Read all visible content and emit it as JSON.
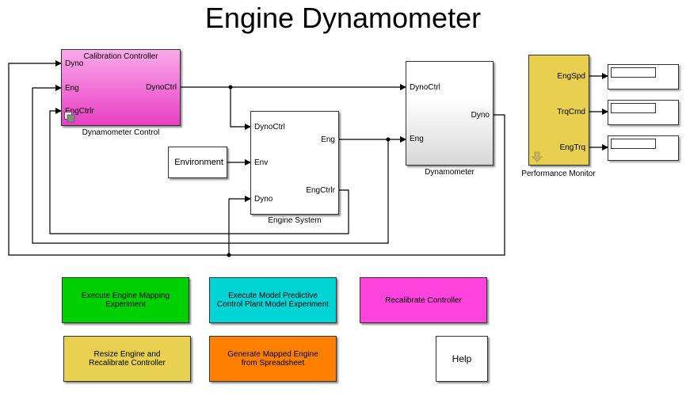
{
  "title": "Engine Dynamometer",
  "blocks": {
    "calibration_controller": {
      "header": "Calibration Controller",
      "label": "Dynamometer Control",
      "inputs": [
        "Dyno",
        "Eng",
        "EngCtrlr"
      ],
      "outputs": [
        "DynoCtrl"
      ],
      "color": "#f060d8"
    },
    "engine_system": {
      "label": "Engine System",
      "inputs": [
        "DynoCtrl",
        "Env",
        "Dyno"
      ],
      "outputs": [
        "Eng",
        "EngCtrlr"
      ]
    },
    "environment": {
      "label": "Environment"
    },
    "dynamometer": {
      "label": "Dynamometer",
      "inputs": [
        "DynoCtrl",
        "Eng"
      ],
      "outputs": [
        "Dyno"
      ]
    },
    "performance_monitor": {
      "label": "Performance Monitor",
      "outputs": [
        "EngSpd",
        "TrqCmd",
        "EngTrq"
      ],
      "color": "#e8cf50"
    }
  },
  "displays": [
    {
      "name": "EngSpd",
      "value": ""
    },
    {
      "name": "TrqCmd",
      "value": ""
    },
    {
      "name": "EngTrq",
      "value": ""
    }
  ],
  "buttons": [
    {
      "label": "Execute Engine Mapping\nExperiment",
      "color": "#00d000"
    },
    {
      "label": "Execute Model Predictive\nControl Plant Model Experiment",
      "color": "#00d4d4"
    },
    {
      "label": "Recalibrate Controller",
      "color": "#ff44dd"
    },
    {
      "label": "Resize Engine and\nRecalibrate Controller",
      "color": "#e8d050"
    },
    {
      "label": "Generate Mapped Engine\nfrom Spreadsheet",
      "color": "#ff8000"
    },
    {
      "label": "Help",
      "color": "#ffffff"
    }
  ]
}
